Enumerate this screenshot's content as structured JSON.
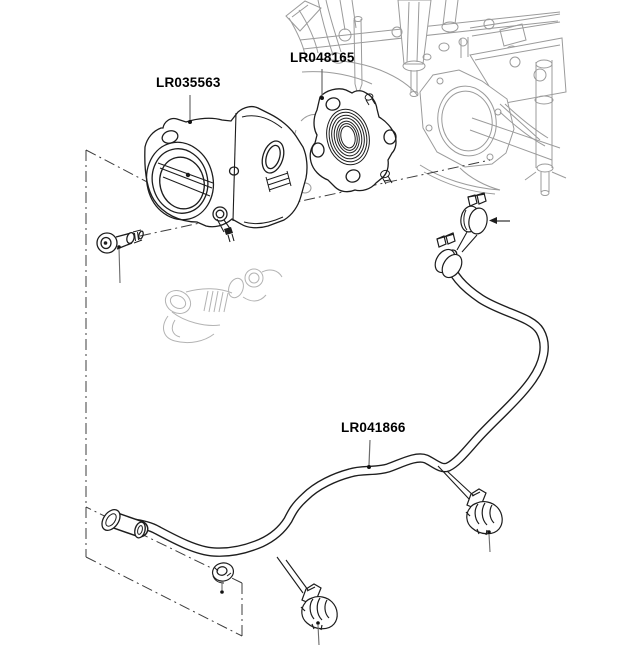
{
  "diagram": {
    "type": "parts-diagram",
    "part_labels": [
      {
        "part_number": "LR035563"
      },
      {
        "part_number": "LR048165"
      },
      {
        "part_number": "LR041866"
      }
    ],
    "colors": {
      "background": "#ffffff",
      "part_line": "#1d1d1d",
      "engine_ghost_line": "#9b9b9b",
      "faded_part_line": "#b3b3b3",
      "phantom_line": "#3c3c3c",
      "leader_line": "#6b6b6b",
      "label_text": "#000000"
    }
  }
}
